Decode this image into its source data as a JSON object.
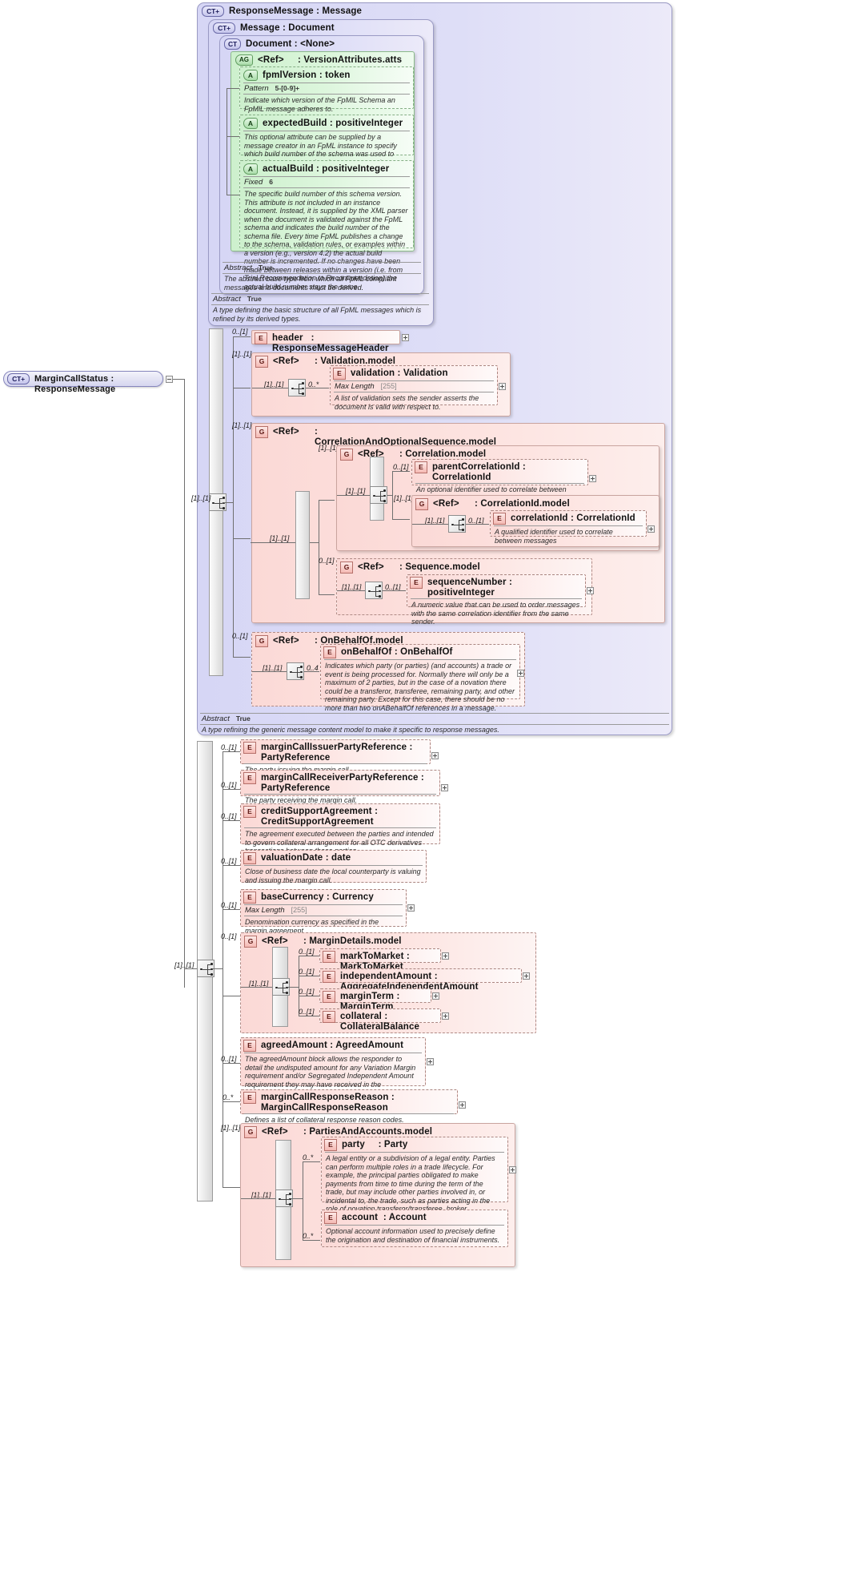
{
  "diagram": {
    "root": {
      "icon": "CT+",
      "label": "MarginCallStatus : ResponseMessage"
    },
    "containers": {
      "response_message": {
        "icon": "CT+",
        "label": "ResponseMessage : Message"
      },
      "message": {
        "icon": "CT+",
        "label": "Message : Document"
      },
      "document": {
        "icon": "CT",
        "label": "Document : <None>"
      }
    },
    "attribute_group": {
      "icon": "AG",
      "ref": "<Ref>",
      "label": ": VersionAttributes.atts",
      "attributes": [
        {
          "icon": "A",
          "label": "fpmlVersion : token",
          "facet_name": "Pattern",
          "facet_value": "5-[0-9]+",
          "doc": "Indicate which version of the FpMlL Schema an FpMlL message adheres to."
        },
        {
          "icon": "A",
          "label": "expectedBuild : positiveInteger",
          "facet_name": "",
          "facet_value": "",
          "doc": "This optional attribute can be supplied by a message creator in an FpML instance to specify which build number of the schema was used to define the message when it was generated."
        },
        {
          "icon": "A",
          "label": "actualBuild : positiveInteger",
          "facet_name": "Fixed",
          "facet_value": "6",
          "doc": "The specific build number of this schema version. This attribute is not included in an instance document. Instead, it is supplied by the XML parser when the document is validated against the FpML schema and indicates the build number of the schema file. Every time FpML publishes a change to the schema, validation rules, or examples within a version (e.g., version 4.2) the actual build number is incremented. If no changes have been made between releases within a version (i.e. from Trial Recommendation to Recommendation) the actual build number stays the same."
        }
      ]
    },
    "document_footer": {
      "facet_name": "Abstract",
      "facet_value": "True",
      "doc": "The abstract base type from which all FpML compliant messages and documents must be derived."
    },
    "message_footer": {
      "facet_name": "Abstract",
      "facet_value": "True",
      "doc": "A type defining the basic structure of all FpML messages which is refined by its derived types."
    },
    "response_footer": {
      "facet_name": "Abstract",
      "facet_value": "True",
      "doc": "A type refining the generic message content model to make it specific to response messages."
    },
    "message_children": [
      {
        "card": "0..[1]",
        "icon": "E",
        "label": "header   : ResponseMessageHeader",
        "doc": ""
      }
    ],
    "validation_model": {
      "card": "[1]..[1]",
      "icon": "G",
      "ref": "<Ref>",
      "label": ": Validation.model",
      "inner_card_left": "[1]..[1]",
      "inner_card_right": "0..*",
      "child": {
        "icon": "E",
        "label": "validation : Validation",
        "facet_name": "Max Length",
        "facet_value": "[255]",
        "doc": "A list of validation sets the sender asserts the document is valid with respect to."
      }
    },
    "correlation_model": {
      "card": "[1]..[1]",
      "icon": "G",
      "ref": "<Ref>",
      "label": ": CorrelationAndOptionalSequence.model",
      "inner_card_left": "[1]..[1]",
      "correlation": {
        "card": "[1]..[1]",
        "icon": "G",
        "ref": "<Ref>",
        "label": ": Correlation.model",
        "inner_card_left": "[1]..[1]",
        "parent_correlation": {
          "card": "0..[1]",
          "icon": "E",
          "label": "parentCorrelationId : CorrelationId",
          "doc": "An optional identifier used to correlate between related processes"
        },
        "correlation_id_model": {
          "card": "[1]..[1]",
          "icon": "G",
          "ref": "<Ref>",
          "label": ": CorrelationId.model",
          "inner_card_left": "[1]..[1]",
          "inner_card_right": "0..[1]",
          "child": {
            "icon": "E",
            "label": "correlationId : CorrelationId",
            "doc": "A qualified identifier used to correlate between messages"
          }
        }
      },
      "sequence": {
        "card": "0..[1]",
        "icon": "G",
        "ref": "<Ref>",
        "label": ": Sequence.model",
        "inner_card_left": "[1]..[1]",
        "inner_card_right": "0..[1]",
        "child": {
          "icon": "E",
          "label": "sequenceNumber : positiveInteger",
          "doc": "A numeric value that can be used to order messages with the same correlation identifier from the same sender."
        }
      }
    },
    "onbehalfof_model": {
      "card": "0..[1]",
      "icon": "G",
      "ref": "<Ref>",
      "label": ": OnBehalfOf.model",
      "inner_card_left": "[1]..[1]",
      "inner_card_right": "0..4",
      "child": {
        "icon": "E",
        "label": "onBehalfOf : OnBehalfOf",
        "doc": "Indicates which party (or parties) (and accounts) a trade or event is being processed for. Normally there will only be a maximum of 2 parties, but in the case of a novation there could be a transferor, transferee, remaining party, and other remaining party. Except for this case, there should be no more than two onABehalfOf references in a message."
      }
    },
    "margin_call_items": [
      {
        "card": "0..[1]",
        "icon": "E",
        "label": "marginCallIssuerPartyReference : PartyReference",
        "doc": "The party issuing the margin call."
      },
      {
        "card": "0..[1]",
        "icon": "E",
        "label": "marginCallReceiverPartyReference : PartyReference",
        "doc": "The party receiving the margin call."
      },
      {
        "card": "0..[1]",
        "icon": "E",
        "label": "creditSupportAgreement : CreditSupportAgreement",
        "doc": "The agreement executed between the parties and intended to govern collateral arrangement for all OTC derivatives transactions between those parties."
      },
      {
        "card": "0..[1]",
        "icon": "E",
        "label": "valuationDate : date",
        "doc": "Close of business date the local counterparty is valuing and issuing the margin call."
      },
      {
        "card": "0..[1]",
        "icon": "E",
        "label": "baseCurrency : Currency",
        "facet_name": "Max Length",
        "facet_value": "[255]",
        "doc": "Denomination currency as specified in the margin agreement."
      }
    ],
    "margin_details_model": {
      "card": "0..[1]",
      "icon": "G",
      "ref": "<Ref>",
      "label": ": MarginDetails.model",
      "inner_card_left": "[1]..[1]",
      "children": [
        {
          "card": "0..[1]",
          "icon": "E",
          "label": "markToMarket : MarkToMarket"
        },
        {
          "card": "0..[1]",
          "icon": "E",
          "label": "independentAmount : AggregateIndependentAmount"
        },
        {
          "card": "0..[1]",
          "icon": "E",
          "label": "marginTerm : MarginTerm"
        },
        {
          "card": "0..[1]",
          "icon": "E",
          "label": "collateral : CollateralBalance"
        }
      ]
    },
    "agreed_amount": {
      "card": "0..[1]",
      "icon": "E",
      "label": "agreedAmount : AgreedAmount",
      "doc": "The agreedAmount block allows the responder to detail the undisputed amount for any Variation Margin requirement and/or Segregated Independent Amount requirement they may have received in the corresponding requestMargin message."
    },
    "response_reason": {
      "card": "0..*",
      "icon": "E",
      "label": "marginCallResponseReason : MarginCallResponseReason",
      "doc": "Defines a list of collateral response reason codes."
    },
    "parties_accounts_model": {
      "card": "[1]..[1]",
      "icon": "G",
      "ref": "<Ref>",
      "label": ": PartiesAndAccounts.model",
      "inner_card_left": "[1]..[1]",
      "children": [
        {
          "card": "0..*",
          "icon": "E",
          "label": "party     : Party",
          "doc": "A legal entity or a subdivision of a legal entity. Parties can perform multiple roles in a trade lifecycle. For example, the principal parties obligated to make payments from time to time during the term of the trade, but may include other parties involved in, or incidental to, the trade, such as parties acting in the role of novation transferor/transferee, broker, calculation agent, etc. In FpML roles are defined in multiple places within a document."
        },
        {
          "card": "0..*",
          "icon": "E",
          "label": "account  : Account",
          "doc": "Optional account information used to precisely define the origination and destination of financial instruments."
        }
      ]
    },
    "root_card": "[1]..[1]"
  }
}
